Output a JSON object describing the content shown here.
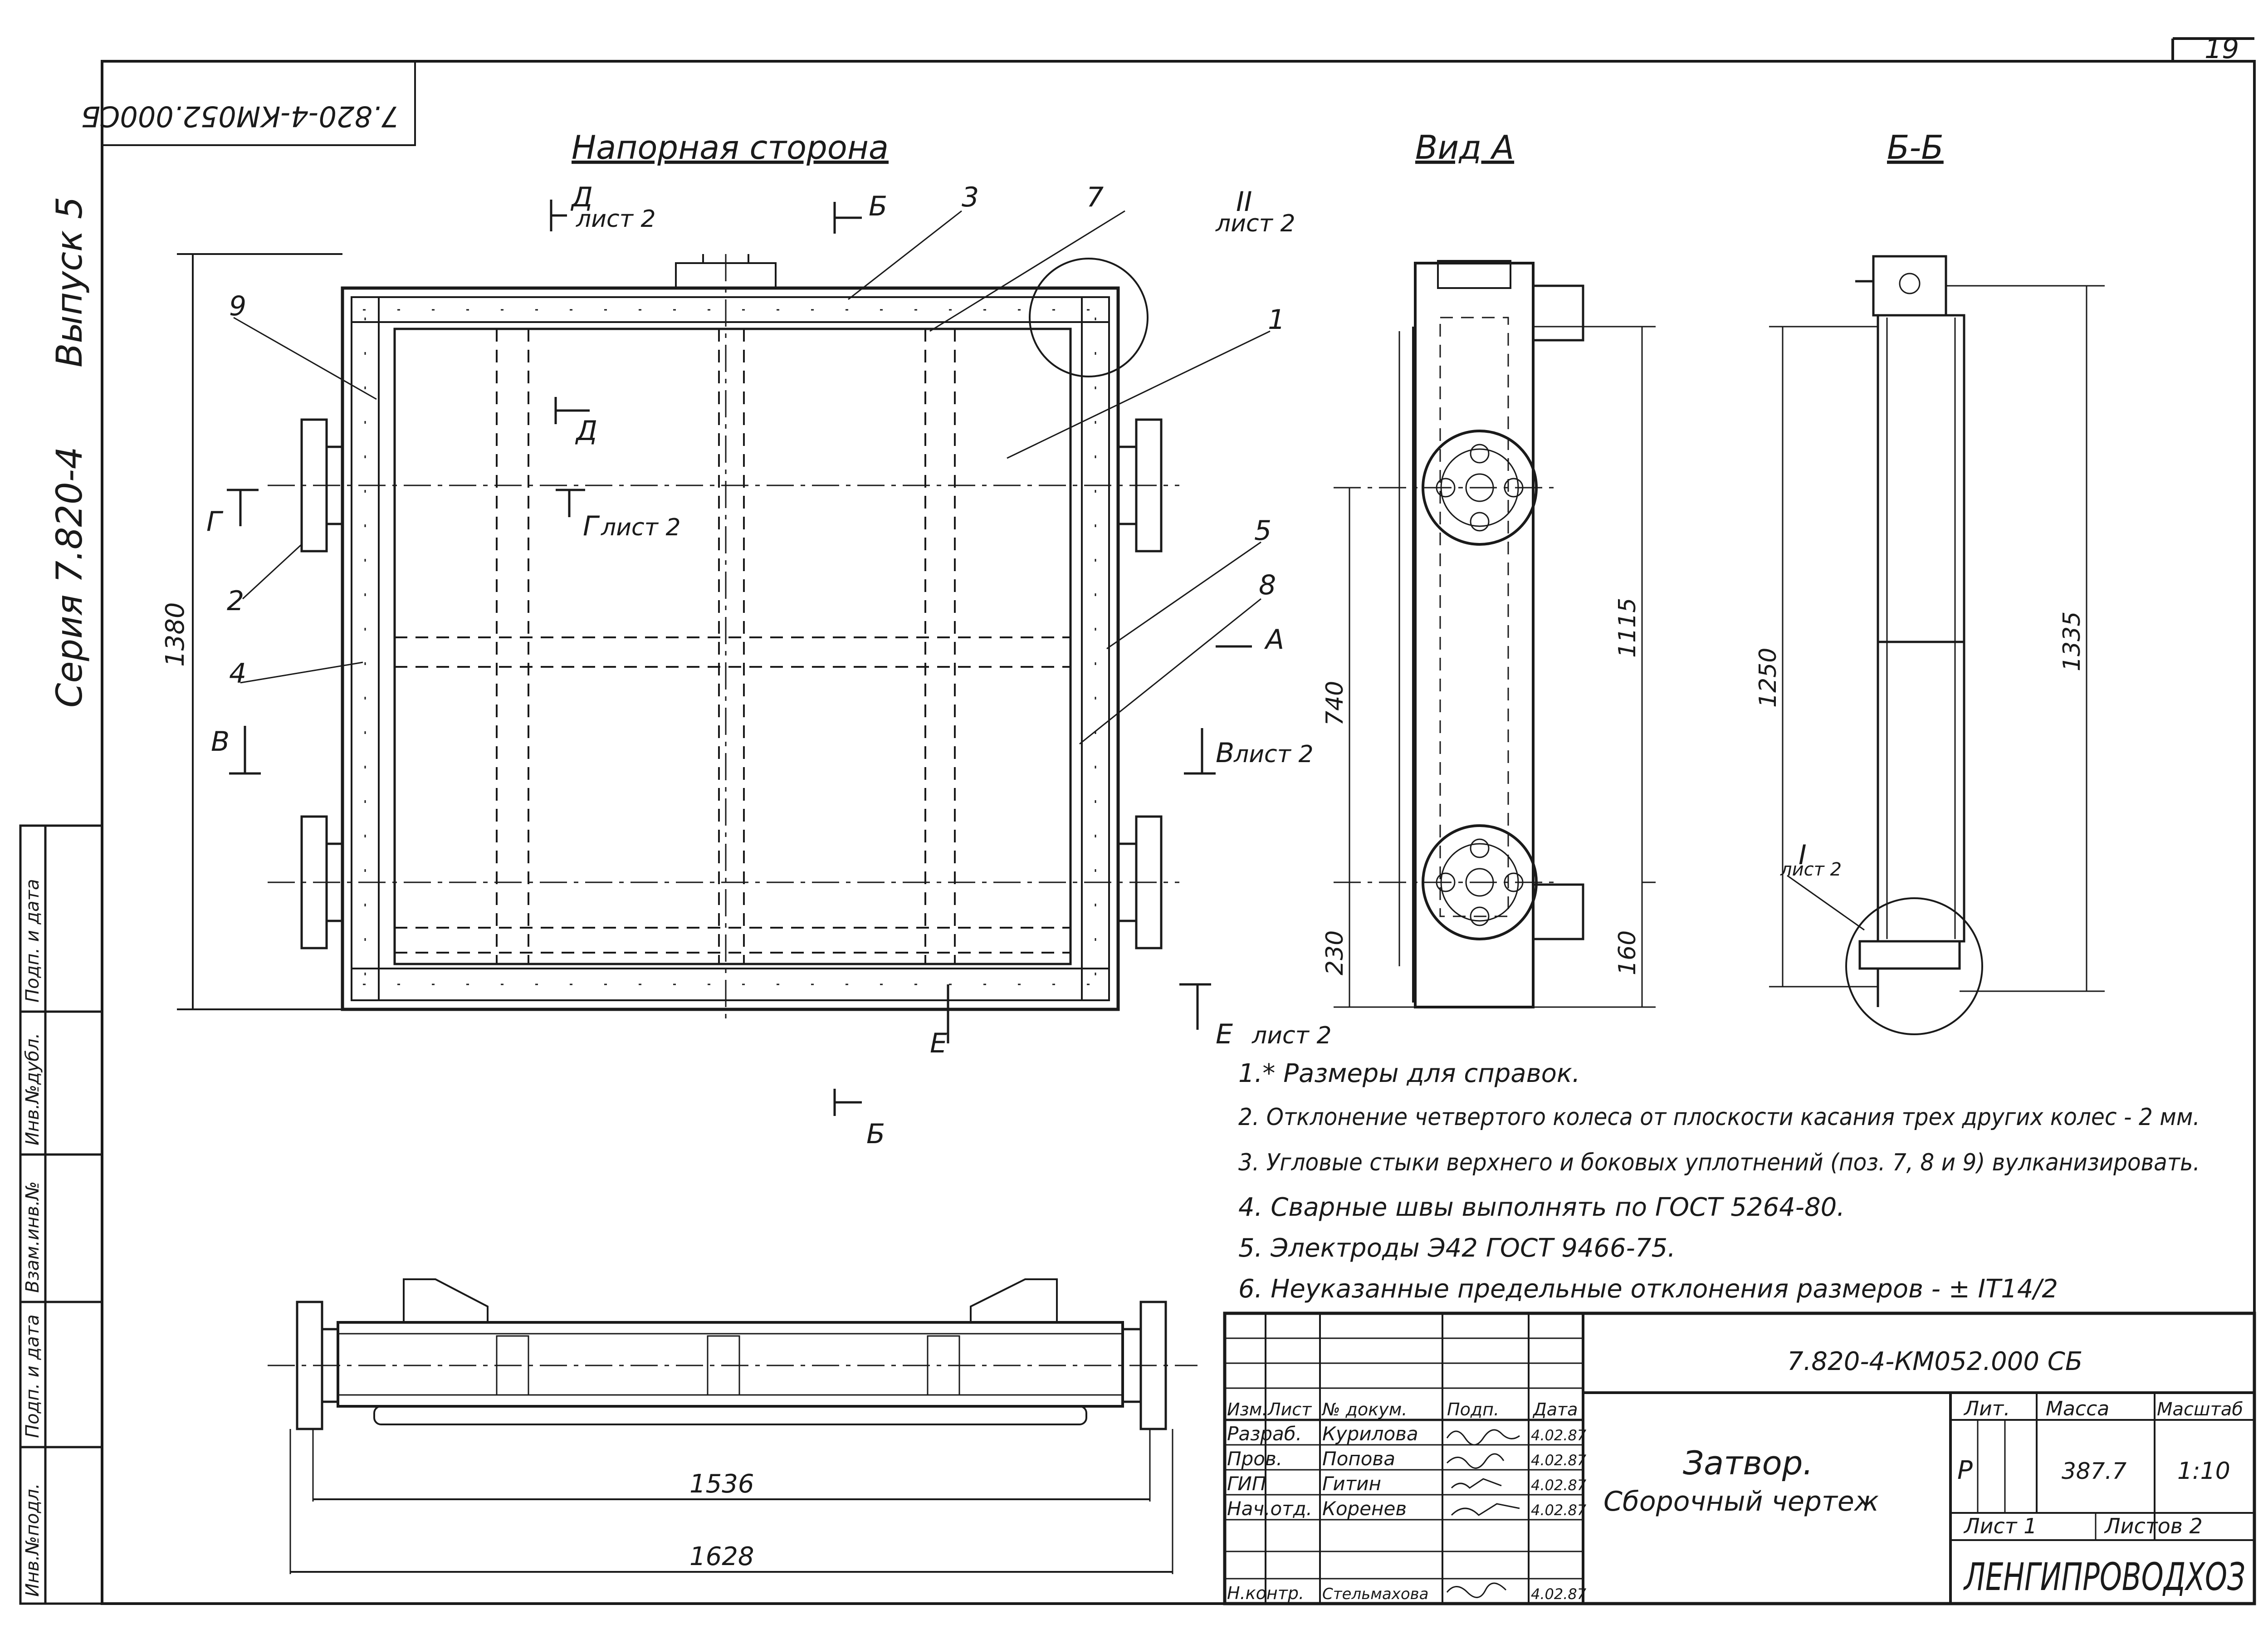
{
  "sheet": {
    "page_number": "19",
    "code_rotated": "7.820-4-КМ052.000СБ",
    "issue": "Выпуск 5",
    "series": "Серия 7.820-4",
    "left_strip": [
      "Инв.№подл.",
      "Подп. и дата",
      "Взам.инв.№",
      "Инв.№дубл.",
      "Подп. и дата"
    ]
  },
  "views": {
    "front_title": "Напорная сторона",
    "side_title": "Вид А",
    "section_title": "Б-Б",
    "section_marks": [
      {
        "letter": "Д",
        "ref": "лист 2"
      },
      {
        "letter": "Б",
        "ref": ""
      },
      {
        "letter": "II",
        "ref": "лист 2"
      },
      {
        "letter": "Д",
        "ref": ""
      },
      {
        "letter": "Г",
        "ref": "лист 2"
      },
      {
        "letter": "Г",
        "ref": ""
      },
      {
        "letter": "А",
        "ref": ""
      },
      {
        "letter": "В",
        "ref": "лист 2"
      },
      {
        "letter": "В",
        "ref": ""
      },
      {
        "letter": "Е",
        "ref": "лист 2"
      },
      {
        "letter": "Е",
        "ref": ""
      },
      {
        "letter": "Б",
        "ref": ""
      },
      {
        "letter": "I",
        "ref": "лист 2"
      }
    ],
    "position_numbers": [
      "1",
      "2",
      "3",
      "4",
      "5",
      "7",
      "8",
      "9"
    ],
    "dimensions": {
      "front_height": "1380",
      "front_mid": "740",
      "front_bottom": "230",
      "side_height": "1115",
      "side_bottom": "160",
      "section_left": "1250",
      "section_right": "1335",
      "bottom_inner": "1536",
      "bottom_outer": "1628"
    }
  },
  "notes": [
    "1.* Размеры для справок.",
    "2. Отклонение четвертого колеса от плоскости касания трех других колес - 2 мм.",
    "3. Угловые стыки верхнего и боковых уплотнений (поз. 7, 8 и 9) вулканизировать.",
    "4. Сварные швы выполнять по ГОСТ 5264-80.",
    "5. Электроды Э42 ГОСТ 9466-75.",
    "6. Неуказанные предельные отклонения размеров - ± IT14/2"
  ],
  "title_block": {
    "designation": "7.820-4-КМ052.000 СБ",
    "title_line1": "Затвор.",
    "title_line2": "Сборочный чертеж",
    "headers": [
      "Изм.",
      "Лист",
      "№ докум.",
      "Подп.",
      "Дата"
    ],
    "rows": [
      {
        "role": "Разраб.",
        "name": "Курилова",
        "date": "4.02.87"
      },
      {
        "role": "Пров.",
        "name": "Попова",
        "date": "4.02.87"
      },
      {
        "role": "ГИП",
        "name": "Гитин",
        "date": "4.02.87"
      },
      {
        "role": "Нач.отд.",
        "name": "Коренев",
        "date": "4.02.87"
      },
      {
        "role": "Н.контр.",
        "name": "Стельмахова",
        "date": "4.02.87"
      }
    ],
    "lit_label": "Лит.",
    "lit_value": "Р",
    "mass_label": "Масса",
    "mass_value": "387.7",
    "scale_label": "Масштаб",
    "scale_value": "1:10",
    "sheet_label": "Лист 1",
    "sheets_label": "Листов 2",
    "org": "ЛЕНГИПРОВОДХОЗ"
  }
}
